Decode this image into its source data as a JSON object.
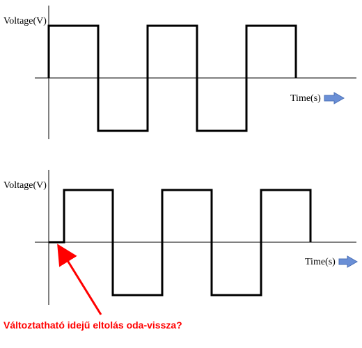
{
  "top_plot": {
    "y_label": "Voltage(V)",
    "x_label": "Time(s)"
  },
  "bottom_plot": {
    "y_label": "Voltage(V)",
    "x_label": "Time(s)"
  },
  "annotation": {
    "text": "Változtatható idejű eltolás oda-vissza?",
    "color": "#ff0000"
  },
  "colors": {
    "signal": "#000000",
    "axis": "#000000",
    "arrow_fill": "#6a8fd6",
    "arrow_stroke": "#4a6fb6"
  },
  "icons": [
    "right-arrow-icon",
    "red-pointer-arrow-icon"
  ]
}
